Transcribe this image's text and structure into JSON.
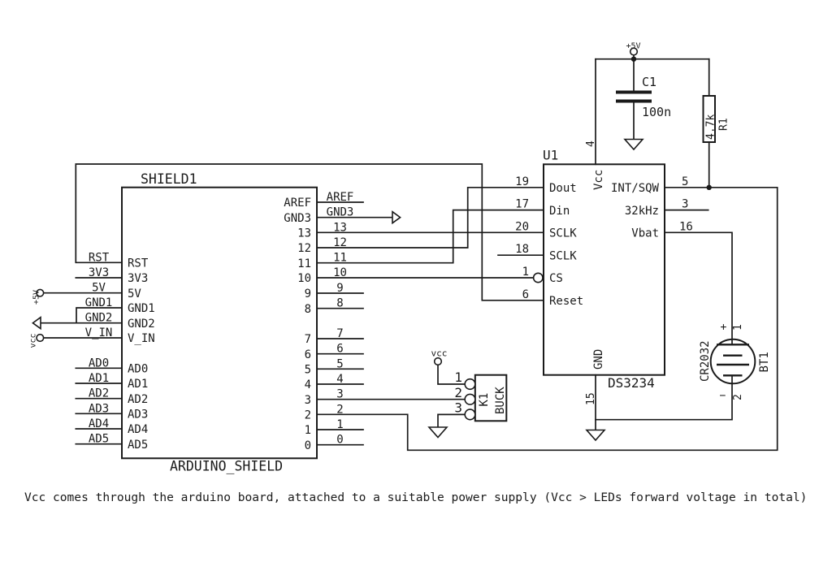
{
  "caption": "Vcc comes through the arduino board, attached to a suitable power supply (Vcc > LEDs forward voltage in total)",
  "colors": {
    "ink": "#1a1a1a",
    "background": "#ffffff"
  },
  "shield": {
    "ref": "SHIELD1",
    "value": "ARDUINO_SHIELD",
    "left_pins": [
      "RST",
      "3V3",
      "5V",
      "GND1",
      "GND2",
      "V_IN",
      "AD0",
      "AD1",
      "AD2",
      "AD3",
      "AD4",
      "AD5"
    ],
    "right_pins": [
      "AREF",
      "GND3",
      "13",
      "12",
      "11",
      "10",
      "9",
      "8",
      "7",
      "6",
      "5",
      "4",
      "3",
      "2",
      "1",
      "0"
    ]
  },
  "u1": {
    "ref": "U1",
    "value": "DS3234",
    "left_pin_numbers": [
      "19",
      "17",
      "20",
      "18",
      "1",
      "6"
    ],
    "left_pin_names": [
      "Dout",
      "Din",
      "SCLK",
      "SCLK",
      "CS",
      "Reset"
    ],
    "right_pin_numbers": [
      "5",
      "3",
      "16"
    ],
    "right_pin_names": [
      "INT/SQW",
      "32kHz",
      "Vbat"
    ],
    "top_pin_number": "4",
    "top_pin_name": "Vcc",
    "bottom_pin_number": "15",
    "bottom_pin_name": "GND"
  },
  "c1": {
    "ref": "C1",
    "value": "100n"
  },
  "r1": {
    "ref": "R1",
    "value": "4.7k"
  },
  "bt1": {
    "ref": "BT1",
    "value": "CR2032",
    "plus": "+",
    "minus": "−",
    "pin_top": "1",
    "pin_bottom": "2"
  },
  "k1": {
    "ref": "K1",
    "value": "BUCK",
    "pin_numbers": [
      "1",
      "2",
      "3"
    ]
  },
  "power": {
    "plus5v_top": "+5V",
    "plus5v_left": "+5V",
    "vcc_left": "vcc",
    "vcc_k1": "vcc"
  }
}
